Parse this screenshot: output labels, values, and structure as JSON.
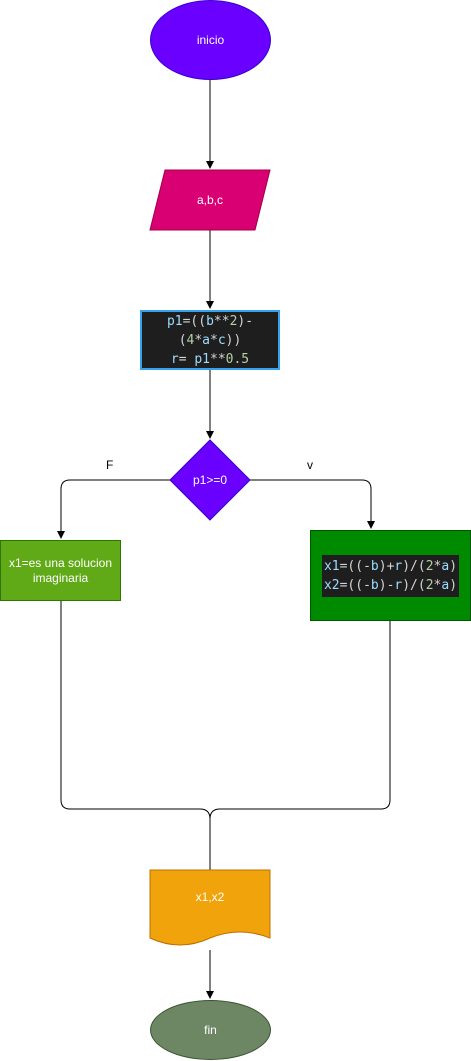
{
  "nodes": {
    "start": {
      "label": "inicio",
      "color": "#6a00ff"
    },
    "input": {
      "label": "a,b,c",
      "color": "#d80073"
    },
    "process": {
      "line1": "p1=((b**2)-",
      "line2": "(4*a*c))",
      "line3": "r= p1**0.5",
      "background": "#1e1e1e",
      "border": "#36a2eb"
    },
    "decision": {
      "label": "p1>=0",
      "color": "#6a00ff"
    },
    "false_branch": {
      "label": "x1=es una solucion imaginaria",
      "color": "#60a917"
    },
    "true_branch": {
      "line1": "x1=((-b)+r)/(2*a)",
      "line2": "x2=((-b)-r)/(2*a)",
      "color": "#008a00"
    },
    "output": {
      "label": "x1,x2",
      "color": "#f0a30a"
    },
    "end": {
      "label": "fin",
      "color": "#6d8764"
    }
  },
  "edge_labels": {
    "false": "F",
    "true": "v"
  }
}
